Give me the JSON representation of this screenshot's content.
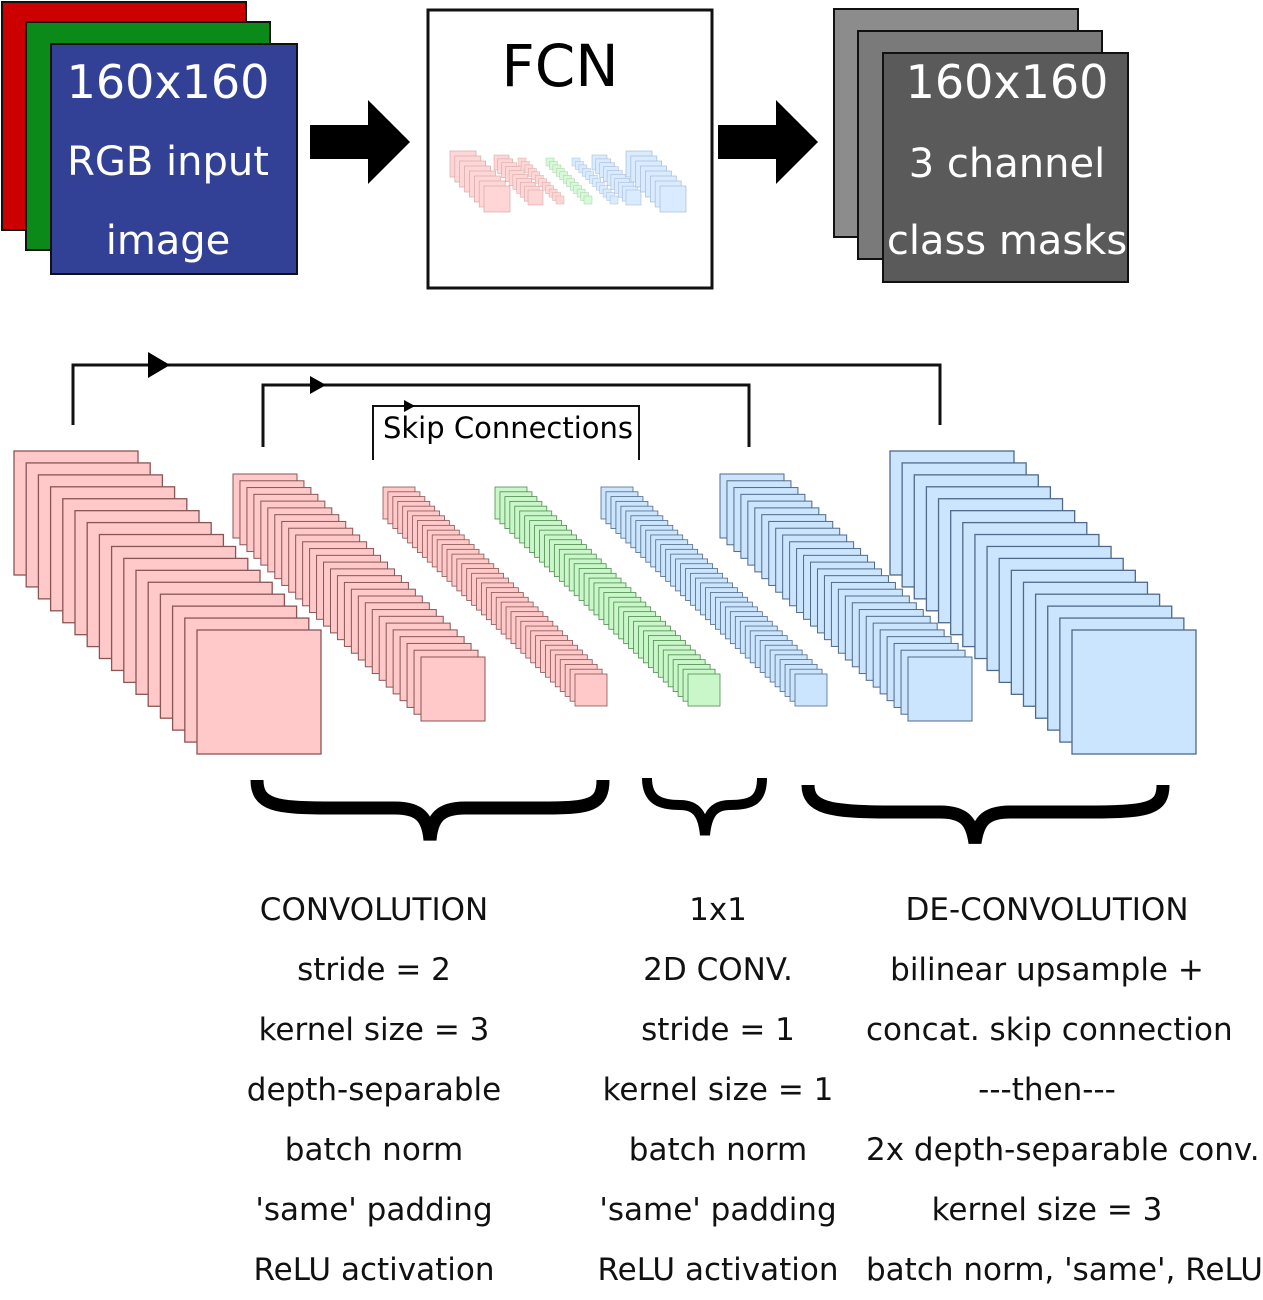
{
  "colors": {
    "red": "#cc0000",
    "green": "#0b8a1a",
    "blue": "#324196",
    "mask_light": "#8c8c8c",
    "mask_mid": "#7a7a7a",
    "mask_dark": "#5a5a5a",
    "conv": "#ffc9c9",
    "conv_stroke": "#8a5555",
    "mid": "#c9f7c9",
    "mid_stroke": "#4f8a4f",
    "deconv": "#cce5ff",
    "deconv_stroke": "#4f6a8a"
  },
  "input": {
    "size": "160x160",
    "line2": "RGB input",
    "line3": "image"
  },
  "fcn": {
    "title": "FCN"
  },
  "output": {
    "size": "160x160",
    "line2": "3 channel",
    "line3": "class masks"
  },
  "skip": {
    "label": "Skip Connections"
  },
  "captions": {
    "convolution": [
      "CONVOLUTION",
      "stride = 2",
      "kernel size = 3",
      "depth-separable",
      "batch norm",
      "'same' padding",
      "ReLU activation"
    ],
    "one_by_one": [
      "1x1",
      "2D CONV.",
      "stride = 1",
      "kernel size = 1",
      "batch norm",
      "'same' padding",
      "ReLU activation"
    ],
    "deconvolution": [
      "DE-CONVOLUTION",
      "bilinear upsample +",
      "concat. skip connection",
      "---then---",
      "2x depth-separable conv.",
      "kernel size = 3",
      "batch norm, 'same', ReLU"
    ]
  }
}
